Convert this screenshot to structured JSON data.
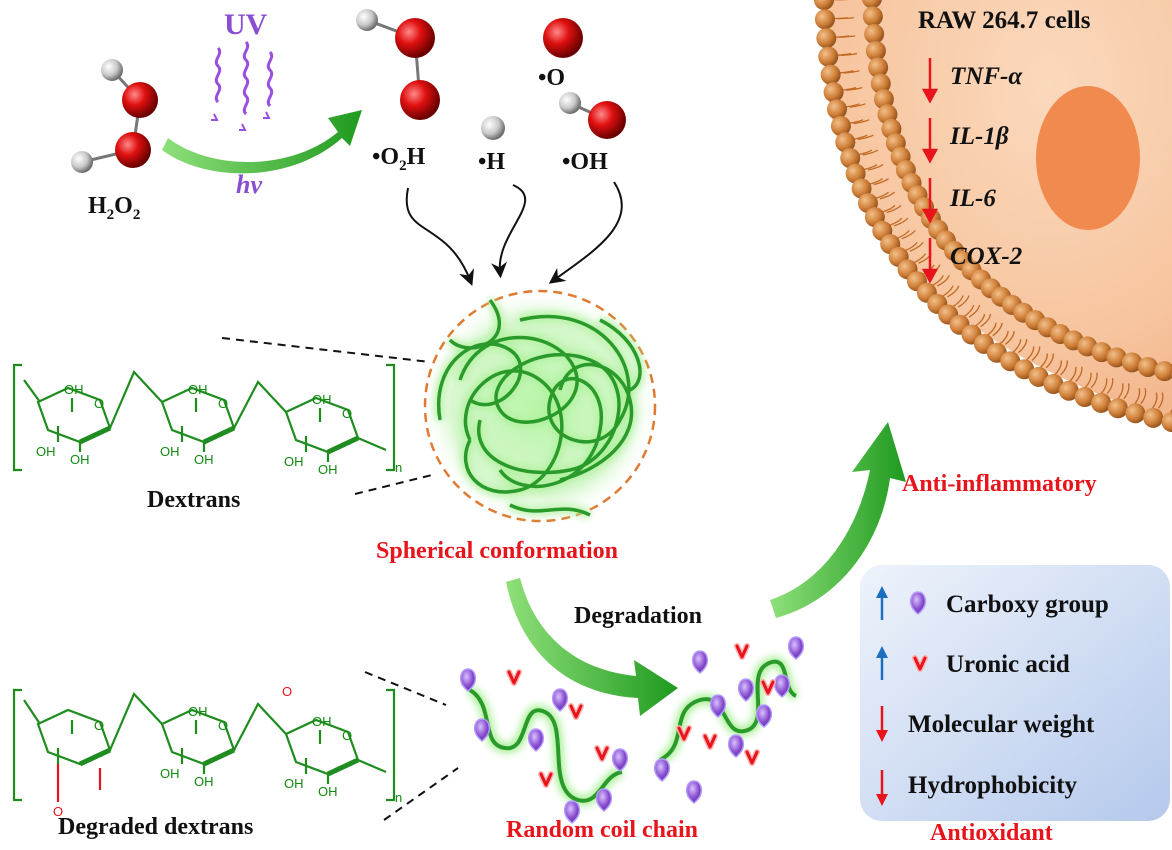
{
  "reaction": {
    "uv": "UV",
    "hv": "hv",
    "h2o2": {
      "base": "H",
      "sub1": "2",
      "mid": "O",
      "sub2": "2"
    },
    "o2h": {
      "pre": "•O",
      "sub": "2",
      "post": "H"
    },
    "h": "•H",
    "o": "•O",
    "oh": "•OH"
  },
  "dextrans": {
    "label": "Dextrans",
    "oh": "OH",
    "o": "O",
    "n": "n"
  },
  "degraded": {
    "label": "Degraded dextrans",
    "oh": "OH",
    "o": "O",
    "n": "n"
  },
  "conformation": {
    "spherical": "Spherical conformation",
    "degradation": "Degradation",
    "random_coil": "Random coil chain"
  },
  "cell": {
    "title": "RAW 264.7 cells",
    "markers": [
      "TNF-α",
      "IL-1β",
      "IL-6",
      "COX-2"
    ],
    "effect": "Anti-inflammatory"
  },
  "legend": {
    "items": [
      {
        "arrow": "up",
        "icon": "carboxy-group-icon",
        "label": "Carboxy group"
      },
      {
        "arrow": "up",
        "icon": "uronic-acid-icon",
        "label": "Uronic acid"
      },
      {
        "arrow": "down",
        "icon": "",
        "label": "Molecular weight"
      },
      {
        "arrow": "down",
        "icon": "",
        "label": "Hydrophobicity"
      }
    ],
    "effect": "Antioxidant"
  },
  "colors": {
    "red": "#e8141c",
    "green": "#2eaa2e",
    "purple": "#8a4fd0",
    "membrane": "#c8782e",
    "up_arrow": "#1a6fc0"
  }
}
